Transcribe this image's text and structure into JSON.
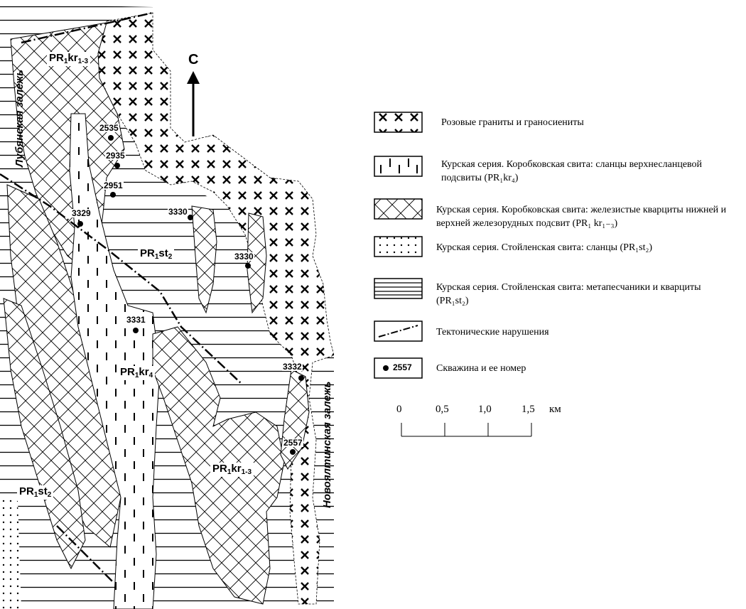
{
  "north_arrow": {
    "label": "С"
  },
  "units": {
    "kr13_top": {
      "prefix": "PR",
      "p1": "1",
      "mid": "kr",
      "p2": "1-3"
    },
    "kr13_bottom": {
      "prefix": "PR",
      "p1": "1",
      "mid": "kr",
      "p2": "1-3"
    },
    "st2_center": {
      "prefix": "PR",
      "p1": "1",
      "mid": "st",
      "p2": "2"
    },
    "st2_left": {
      "prefix": "PR",
      "p1": "1",
      "mid": "st",
      "p2": "2"
    },
    "kr4": {
      "prefix": "PR",
      "p1": "1",
      "mid": "kr",
      "p2": "4"
    }
  },
  "deposits": {
    "left": "Лубянская залежь",
    "right": "Новоялтинская залежь"
  },
  "wells": [
    "2535",
    "2935",
    "2951",
    "3329",
    "3330",
    "3330",
    "3331",
    "3332",
    "2557"
  ],
  "legend": [
    {
      "pattern": "granite",
      "text": "Розовые граниты и граносиениты"
    },
    {
      "pattern": "vdash",
      "text": "Курская серия. Коробковская свита: сланцы верхнесланцевой подсвиты (PR₁kr₄)"
    },
    {
      "pattern": "crosshatch",
      "text": "Курская серия. Коробковская свита: железистые кварциты нижней и верхней железорудных подсвит (PR₁ kr₁₋₃)"
    },
    {
      "pattern": "dots",
      "text": "Курская серия. Стойленская свита: сланцы (PR₁st₂)"
    },
    {
      "pattern": "hlines",
      "text": "Курская серия. Стойленская свита: метапесчаники и кварциты (PR₁st₂)"
    },
    {
      "pattern": "fault",
      "text": "Тектонические нарушения"
    },
    {
      "pattern": "well",
      "text": "Скважина и ее номер",
      "sample_number": "2557"
    }
  ],
  "scale": {
    "ticks": [
      "0",
      "0,5",
      "1,0",
      "1,5"
    ],
    "unit": "км"
  }
}
